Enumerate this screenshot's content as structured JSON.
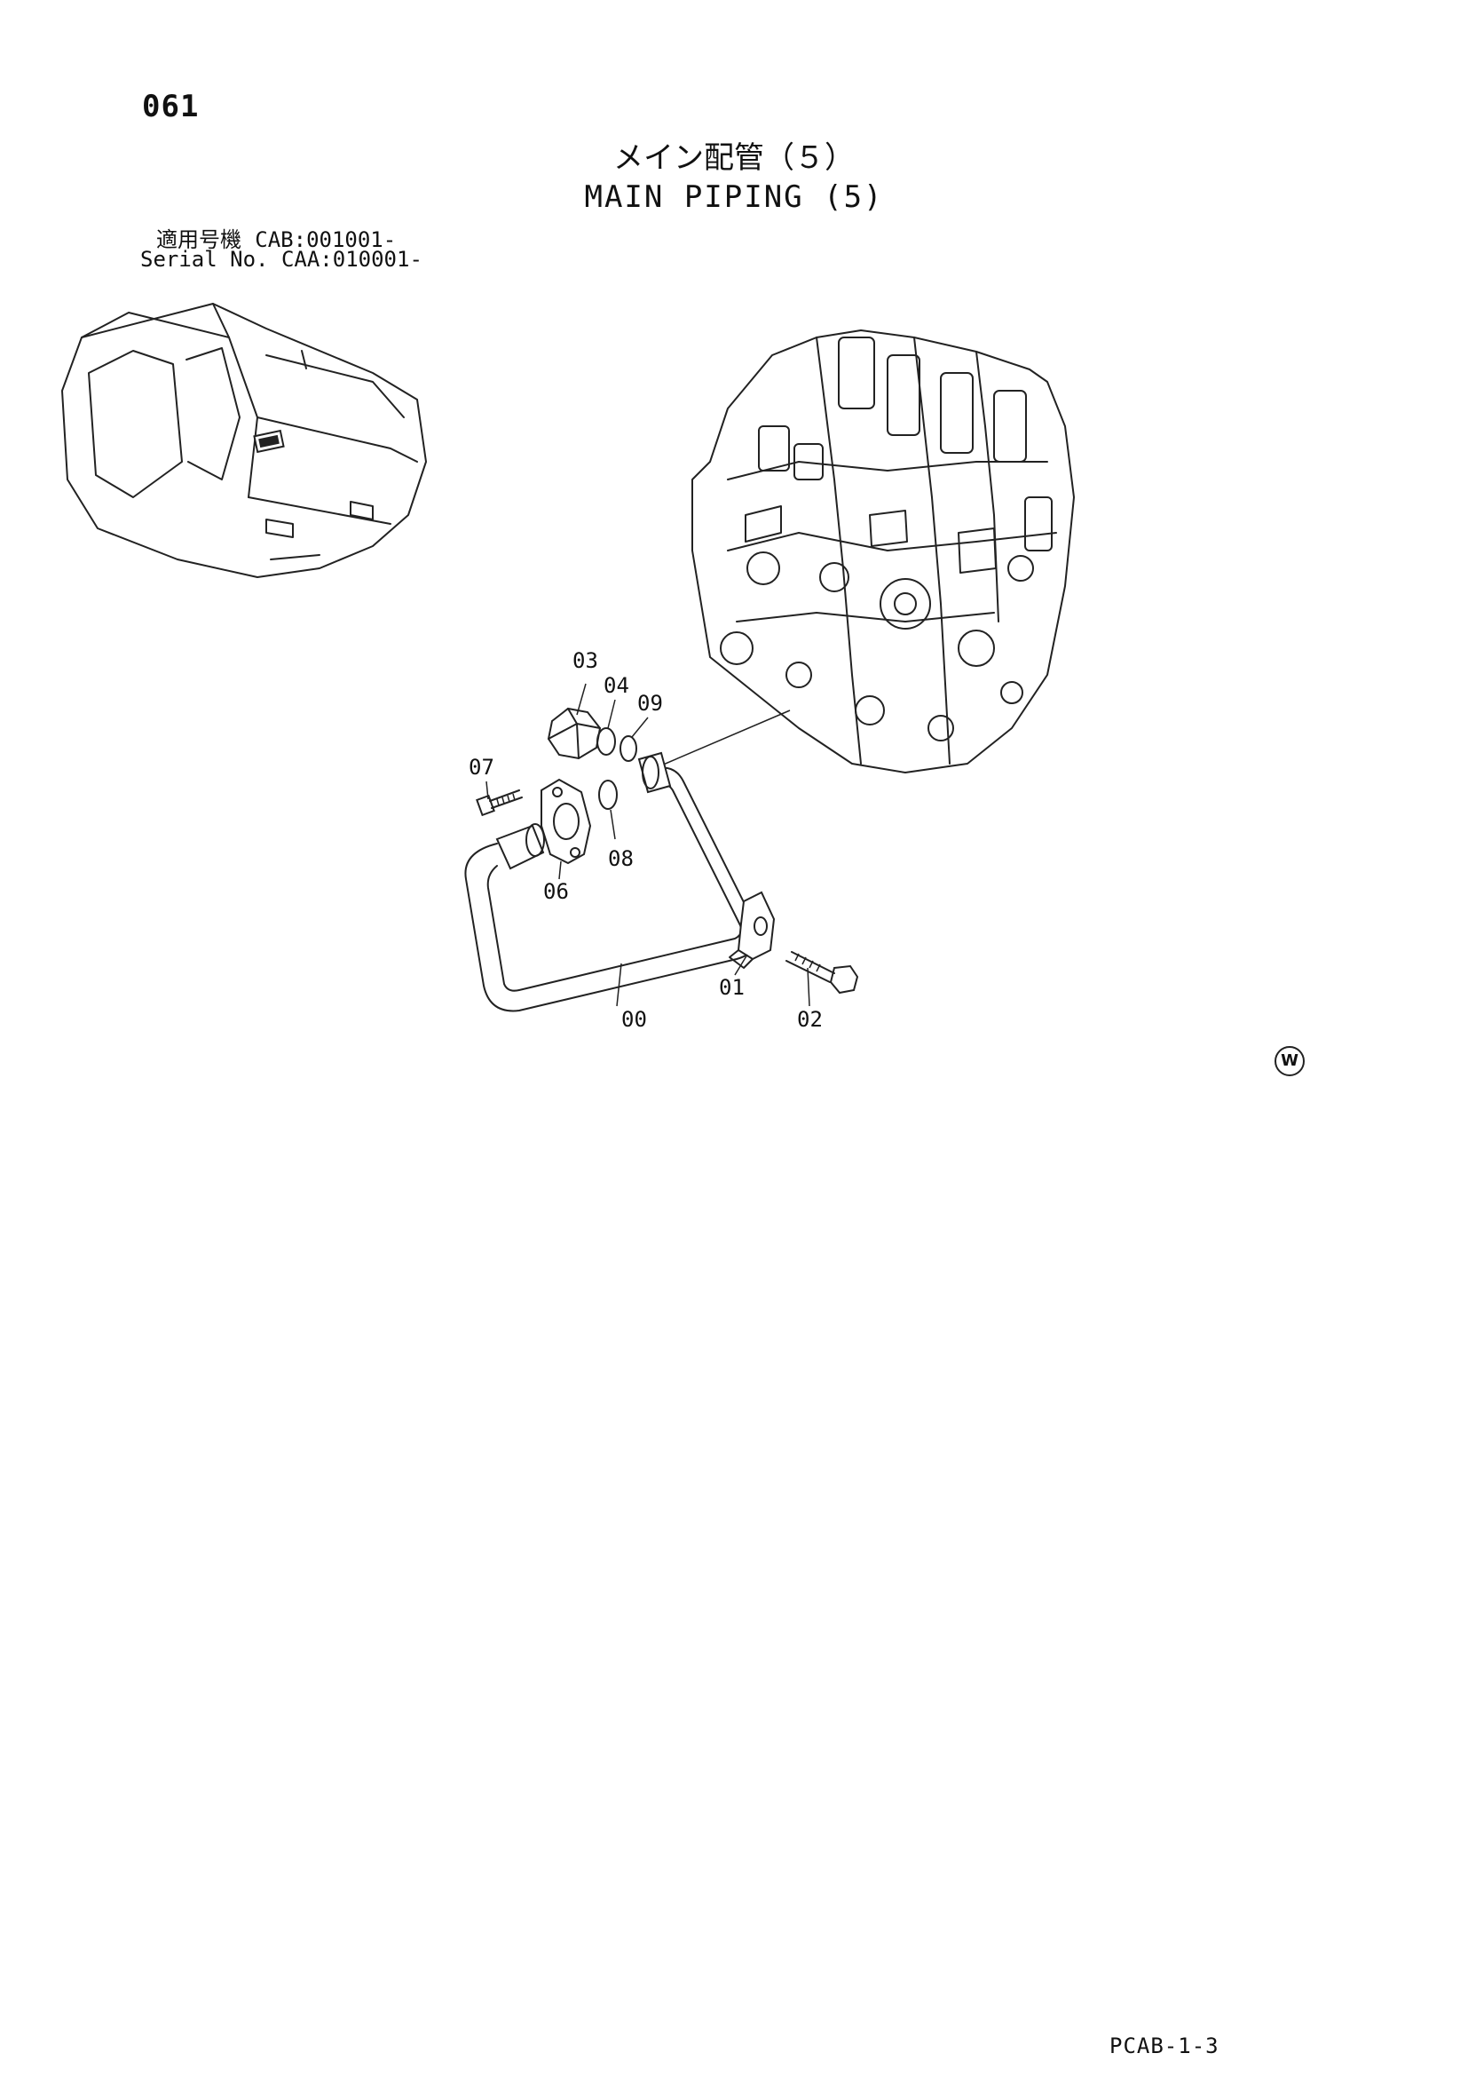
{
  "page": {
    "number": "061",
    "title_jp": "メイン配管（５）",
    "title_en": "MAIN PIPING (5)",
    "applicability": [
      {
        "label": "適用号機",
        "value": "CAB:001001-"
      },
      {
        "label": "Serial No.",
        "value": "CAA:010001-"
      }
    ],
    "footer_code": "PCAB-1-3",
    "mark": "W"
  },
  "parts": [
    {
      "id": "00",
      "label": "00"
    },
    {
      "id": "01",
      "label": "01"
    },
    {
      "id": "02",
      "label": "02"
    },
    {
      "id": "03",
      "label": "03"
    },
    {
      "id": "04",
      "label": "04"
    },
    {
      "id": "06",
      "label": "06"
    },
    {
      "id": "07",
      "label": "07"
    },
    {
      "id": "08",
      "label": "08"
    },
    {
      "id": "09",
      "label": "09"
    }
  ]
}
